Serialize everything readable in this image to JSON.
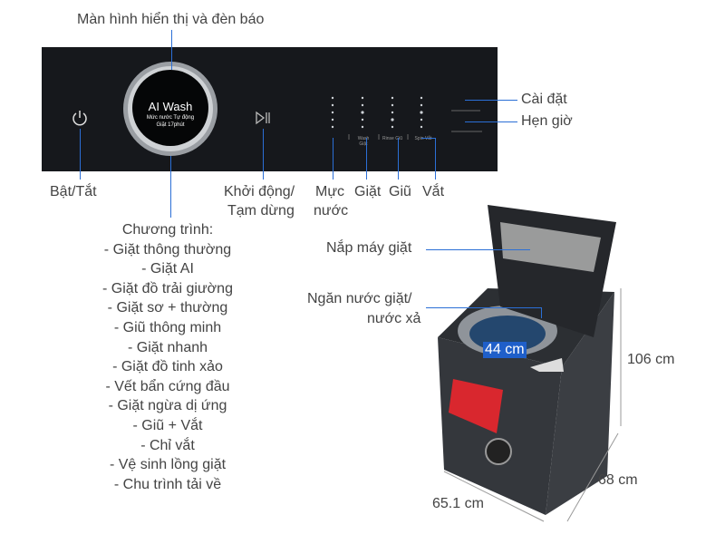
{
  "callouts": {
    "display": "Màn hình hiển thị và đèn báo",
    "power": "Bật/Tắt",
    "start_pause": [
      "Khởi động/",
      "Tạm dừng"
    ],
    "water_level": [
      "Mực",
      "nước"
    ],
    "wash": "Giặt",
    "rinse": "Giũ",
    "spin": "Vắt",
    "settings": "Cài đặt",
    "timer": "Hẹn giờ",
    "lid": "Nắp máy giặt",
    "detergent": [
      "Ngăn nước giặt/",
      "nước xả"
    ]
  },
  "programs": {
    "title": "Chương trình:",
    "items": [
      "- Giặt thông thường",
      "- Giặt AI",
      "- Giặt đồ trải giường",
      "- Giặt sơ + thường",
      "- Giũ thông minh",
      "- Giặt nhanh",
      "- Giặt đồ tinh xảo",
      "- Vết bẩn cứng đầu",
      "- Giặt ngừa dị ứng",
      "- Giũ + Vắt",
      "- Chỉ vắt",
      "- Vệ sinh lồng giặt",
      "- Chu trình tải về"
    ]
  },
  "screen": {
    "mode": "AI Wash",
    "line1": "Mức nước Tự động",
    "line2": "Giặt 17phút"
  },
  "panel_labels": {
    "wash": "Wash Giặt",
    "rinse": "Rinse Giũ",
    "spin": "Spin Vắt"
  },
  "dimensions": {
    "depth_inner": "44 cm",
    "height": "106 cm",
    "depth": "68 cm",
    "width": "65.1 cm"
  },
  "icons": [
    "power-icon",
    "play-pause-icon"
  ],
  "colors": {
    "callout_line": "#2b6fd6",
    "panel": "#16181c",
    "machine": "#3a3d42",
    "banner": "#d9272e"
  }
}
